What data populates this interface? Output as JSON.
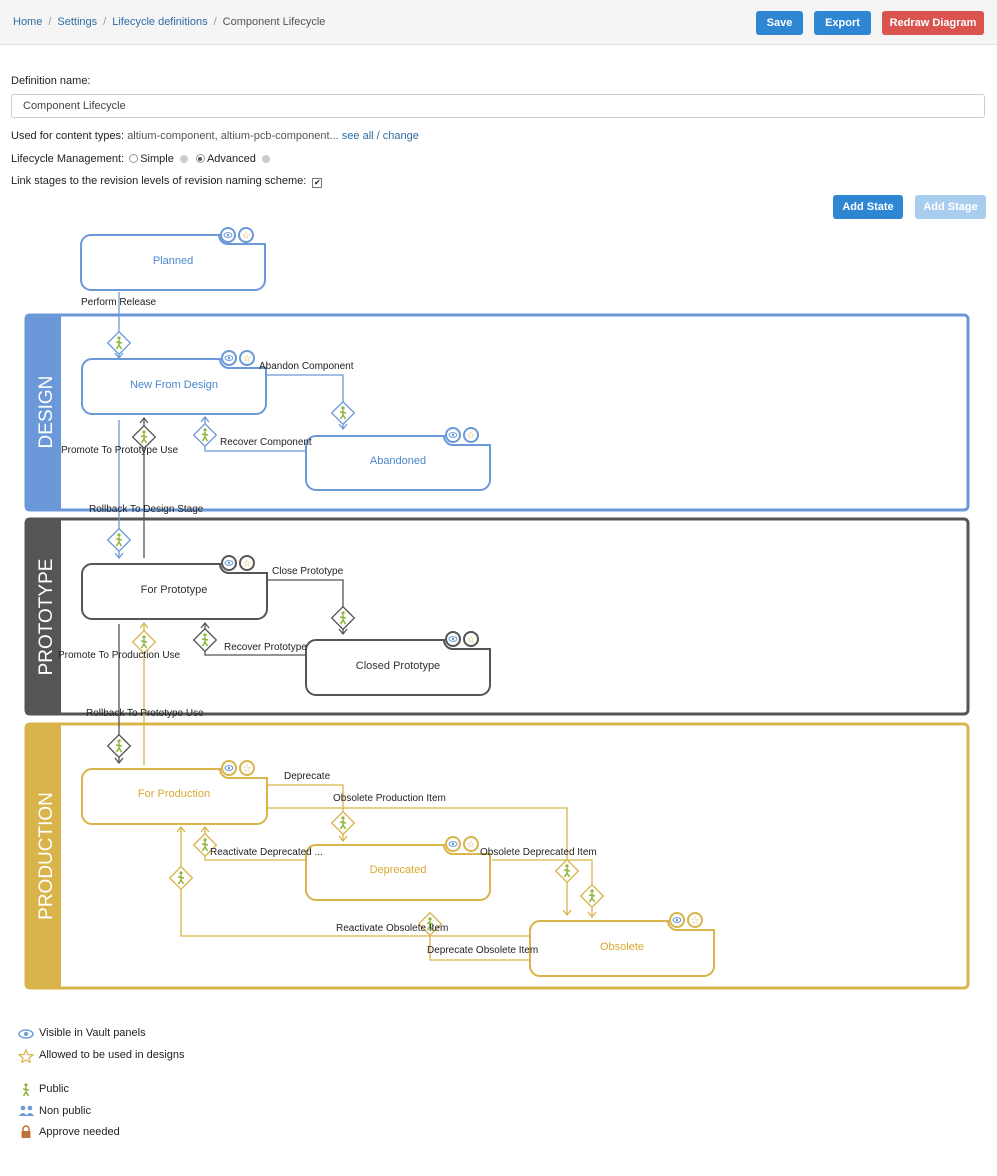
{
  "breadcrumb": {
    "home": "Home",
    "settings": "Settings",
    "lifecycle_definitions": "Lifecycle definitions",
    "current": "Component Lifecycle"
  },
  "toolbar": {
    "save": "Save",
    "export": "Export",
    "redraw": "Redraw Diagram"
  },
  "form": {
    "definition_name_label": "Definition name:",
    "definition_name_value": "Component Lifecycle",
    "content_types_label": "Used for content types:",
    "content_types_value": "altium-component, altium-pcb-component...",
    "see_all": "see all",
    "change": "change",
    "lifecycle_mgmt_label": "Lifecycle Management:",
    "simple": "Simple",
    "advanced": "Advanced",
    "selected_mode": "Advanced",
    "link_stages_label": "Link stages to the revision levels of revision naming scheme:",
    "link_stages_checked": true
  },
  "diagram_actions": {
    "add_state": "Add State",
    "add_stage": "Add Stage"
  },
  "colors": {
    "design": "#6a98d8",
    "prototype": "#555555",
    "production": "#d8b44a",
    "public_icon": "#8db53a",
    "primary_button": "#2f86d2",
    "danger_button": "#d9534f"
  },
  "diagram": {
    "stages": {
      "design": "DESIGN",
      "prototype": "PROTOTYPE",
      "production": "PRODUCTION"
    },
    "states": {
      "planned": "Planned",
      "new_from_design": "New From Design",
      "abandoned": "Abandoned",
      "for_prototype": "For Prototype",
      "closed_prototype": "Closed Prototype",
      "for_production": "For Production",
      "deprecated": "Deprecated",
      "obsolete": "Obsolete"
    },
    "transitions": {
      "perform_release": "Perform Release",
      "abandon_component": "Abandon Component",
      "recover_component": "Recover Component",
      "promote_to_prototype": "Promote To Prototype Use",
      "rollback_to_design": "Rollback To Design Stage",
      "close_prototype": "Close Prototype",
      "recover_prototype": "Recover Prototype",
      "promote_to_production": "Promote To Production Use",
      "rollback_to_prototype": "Rollback To Prototype Use",
      "deprecate": "Deprecate",
      "obsolete_production_item": "Obsolete Production Item",
      "reactivate_deprecated": "Reactivate Deprecated ...",
      "obsolete_deprecated_item": "Obsolete Deprecated Item",
      "reactivate_obsolete_item": "Reactivate Obsolete Item",
      "deprecate_obsolete_item": "Deprecate Obsolete Item"
    }
  },
  "legend": {
    "visible": "Visible in Vault panels",
    "allowed": "Allowed to be used in designs",
    "public": "Public",
    "non_public": "Non public",
    "approve": "Approve needed"
  }
}
